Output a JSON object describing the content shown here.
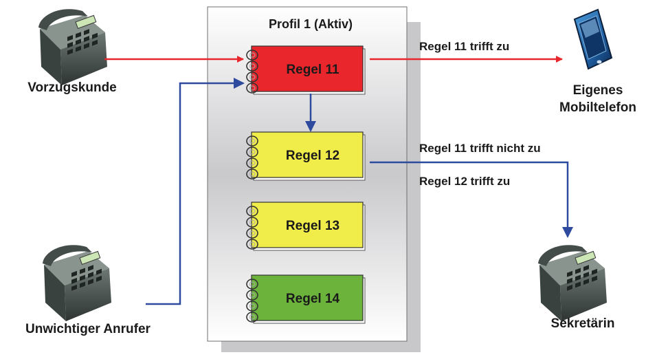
{
  "profile": {
    "title": "Profil 1 (Aktiv)"
  },
  "rules": [
    {
      "label": "Regel 11",
      "color": "#e8262b"
    },
    {
      "label": "Regel 12",
      "color": "#f0ec4a"
    },
    {
      "label": "Regel 13",
      "color": "#f0ec4a"
    },
    {
      "label": "Regel 14",
      "color": "#6bb33a"
    }
  ],
  "callers": {
    "vip": "Vorzugskunde",
    "unimportant": "Unwichtiger Anrufer"
  },
  "targets": {
    "mobile_line1": "Eigenes",
    "mobile_line2": "Mobiltelefon",
    "secretary": "Sekretärin"
  },
  "conditions": {
    "rule11_match": "Regel 11 trifft zu",
    "rule11_nomatch": "Regel 11 trifft nicht zu",
    "rule12_match": "Regel 12 trifft zu"
  },
  "colors": {
    "red_arrow": "#e8262b",
    "blue_arrow": "#2e4a9e"
  }
}
